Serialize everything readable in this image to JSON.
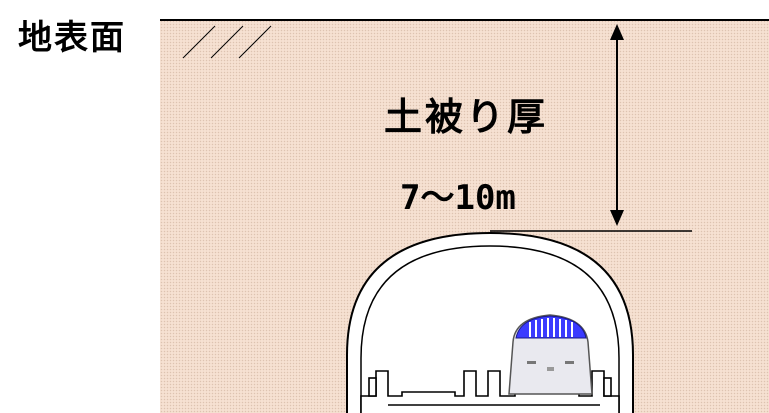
{
  "labels": {
    "ground_surface": "地表面",
    "cover_depth_title": "土被り厚",
    "cover_depth_range": "7〜10m"
  },
  "colors": {
    "soil": "#f6e1d2",
    "train_blue": "#3b3bff",
    "line": "#000000"
  }
}
